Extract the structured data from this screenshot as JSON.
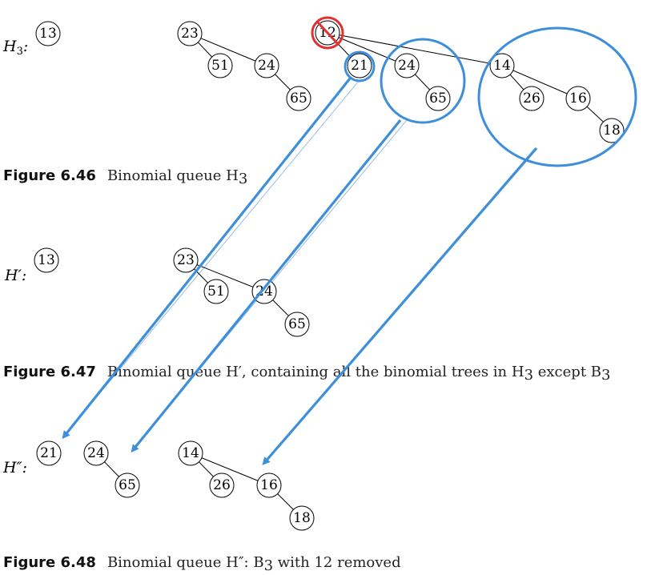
{
  "colors": {
    "node_stroke": "#000000",
    "annotation_blue": "#3d8fdb",
    "annotation_red": "#e03030",
    "caption_number": "#111111"
  },
  "queues": {
    "h3": {
      "label": "H",
      "label_sub": "3",
      "label_suffix": ":"
    },
    "hprime": {
      "label": "H′",
      "label_suffix": ":"
    },
    "hdouble": {
      "label": "H″",
      "label_suffix": ":"
    }
  },
  "nodes": {
    "h3": [
      "13",
      "23",
      "51",
      "24",
      "65",
      "12",
      "21",
      "24",
      "65",
      "14",
      "26",
      "16",
      "18"
    ],
    "hprime": [
      "13",
      "23",
      "51",
      "24",
      "65"
    ],
    "hdouble": [
      "21",
      "24",
      "65",
      "14",
      "26",
      "16",
      "18"
    ]
  },
  "captions": {
    "fig46": {
      "number": "Figure 6.46",
      "text_a": "Binomial queue ",
      "var": "H",
      "var_sub": "3",
      "text_b": ""
    },
    "fig47": {
      "number": "Figure 6.47",
      "text_a": "Binomial queue ",
      "var": "H′",
      "text_b": ", containing all the binomial trees in ",
      "var2": "H",
      "var2_sub": "3",
      "text_c": " except ",
      "var3": "B",
      "var3_sub": "3"
    },
    "fig48": {
      "number": "Figure 6.48",
      "text_a": "Binomial queue ",
      "var": "H″",
      "text_b": ": ",
      "var2": "B",
      "var2_sub": "3",
      "text_c": " with 12 removed"
    }
  }
}
